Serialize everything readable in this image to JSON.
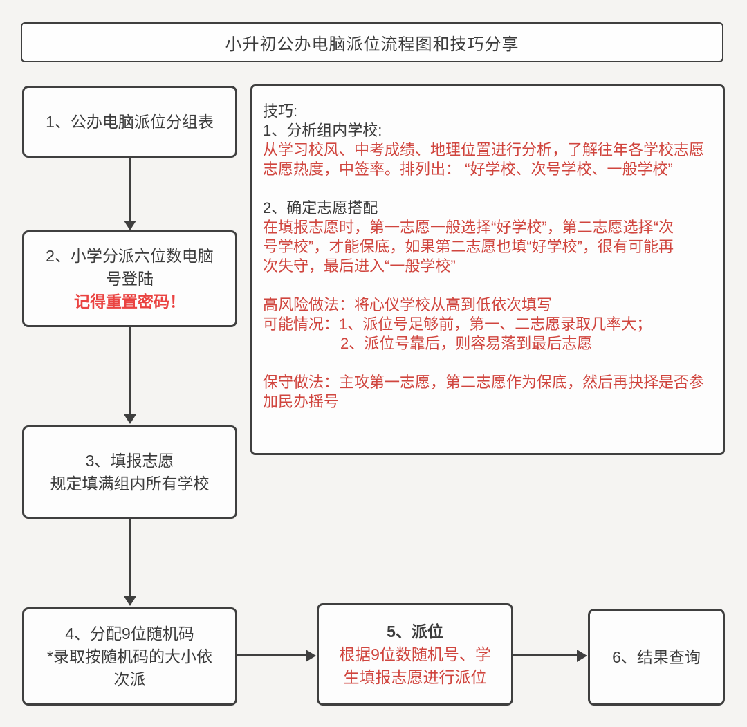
{
  "colors": {
    "ink": "#3c3c3c",
    "body_red": "#d0453e",
    "warning_red": "#ea4341",
    "border": "#3f3f3f",
    "background": "#f5f4f2"
  },
  "header": {
    "title": "小升初公办电脑派位流程图和技巧分享"
  },
  "flow": {
    "step1": {
      "text": "1、公办电脑派位分组表"
    },
    "step2": {
      "line1": "2、小学分派六位数电脑",
      "line2": "号登陆",
      "warning": "记得重置密码！"
    },
    "step3": {
      "line1": "3、填报志愿",
      "line2": "规定填满组内所有学校"
    },
    "step4": {
      "line1": "4、分配9位随机码",
      "line2": "*录取按随机码的大小依",
      "line3": "次派"
    },
    "step5": {
      "title": "5、派位",
      "detail_line1": "根据9位数随机号、学",
      "detail_line2": "生填报志愿进行派位"
    },
    "step6": {
      "text": "6、结果查询"
    }
  },
  "tips": {
    "lines": [
      {
        "text": "技巧:"
      },
      {
        "text": "1、分析组内学校:"
      },
      {
        "text": "从学习校风、中考成绩、地理位置进行分析，了解往年各学校志愿"
      },
      {
        "text": "志愿热度，中签率。排列出： “好学校、次号学校、一般学校”"
      },
      {
        "text": "2、确定志愿搭配"
      },
      {
        "text": "在填报志愿时，第一志愿一般选择“好学校”，第二志愿选择“次"
      },
      {
        "text": "号学校”，才能保底，如果第二志愿也填“好学校”，很有可能再"
      },
      {
        "text": "次失守，最后进入“一般学校”"
      },
      {
        "text": "高风险做法：将心仪学校从高到低依次填写"
      },
      {
        "text": "可能情况：1、派位号足够前，第一、二志愿录取几率大；"
      },
      {
        "text": "2、派位号靠后，则容易落到最后志愿"
      },
      {
        "text": "保守做法：主攻第一志愿，第二志愿作为保底，然后再抉择是否参"
      },
      {
        "text": "加民办摇号"
      }
    ]
  }
}
